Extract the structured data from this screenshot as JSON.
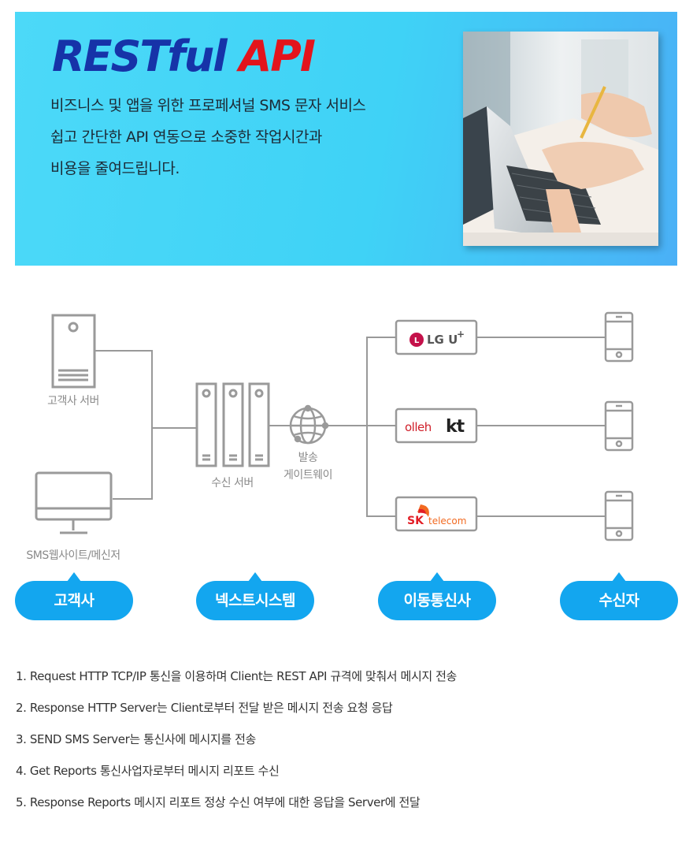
{
  "hero": {
    "title_main": "RESTful",
    "title_accent": "API",
    "lines": [
      "비즈니스 및 앱을 위한 프로페셔널 SMS 문자 서비스",
      "쉽고 간단한 API 연동으로 소중한 작업시간과",
      "비용을 줄여드립니다."
    ],
    "colors": {
      "background": "#4cd9f8",
      "title": "#1633a8",
      "accent": "#e3141c"
    }
  },
  "diagram": {
    "labels": {
      "customer_server": "고객사 서버",
      "sms_website": "SMS웹사이트/메신저",
      "receive_server": "수신 서버",
      "gateway": "발송\n게이트웨이"
    },
    "carriers": [
      {
        "name": "LG U+",
        "logo_text": "LG U",
        "sup": "+",
        "icon": "lg-logo-icon"
      },
      {
        "name": "olleh kt",
        "logo_text": "olleh",
        "logo_text_2": "kt",
        "icon": "kt-logo-icon"
      },
      {
        "name": "SK telecom",
        "logo_text": "SK",
        "logo_text_2": "telecom",
        "icon": "sk-logo-icon"
      }
    ],
    "icons": [
      "server-tower-icon",
      "monitor-icon",
      "server-rack-icon",
      "globe-gateway-icon",
      "mobile-phone-icon"
    ],
    "stages": [
      "고객사",
      "넥스트시스템",
      "이동통신사",
      "수신자"
    ],
    "colors": {
      "pill": "#13a6ef",
      "line": "#999999"
    }
  },
  "notes": [
    "1. Request HTTP TCP/IP 통신을 이용하며 Client는 REST API 규격에 맞춰서 메시지 전송",
    "2. Response HTTP Server는 Client로부터 전달 받은 메시지 전송 요청 응답",
    "3. SEND SMS Server는 통신사에 메시지를 전송",
    "4. Get Reports 통신사업자로부터 메시지 리포트 수신",
    "5. Response Reports 메시지 리포트 정상 수신 여부에 대한 응답을 Server에 전달"
  ]
}
